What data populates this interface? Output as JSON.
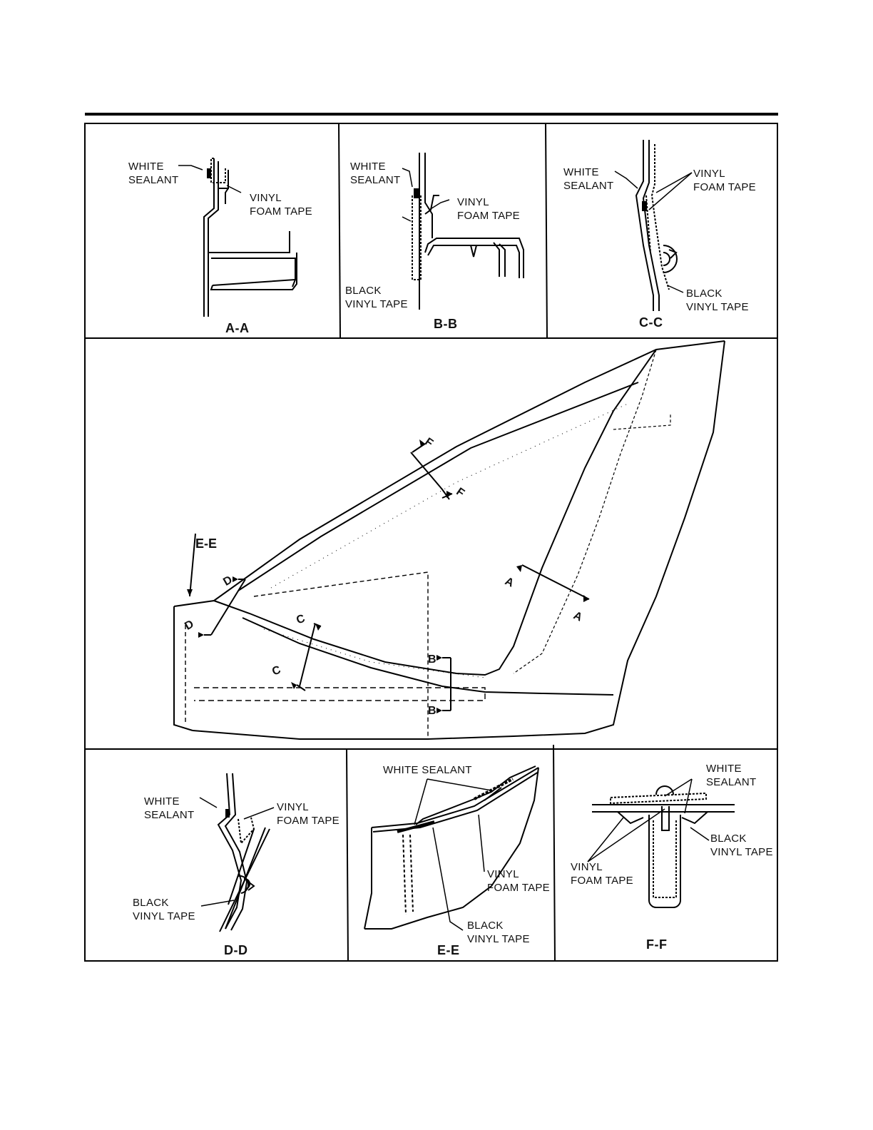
{
  "sections": {
    "aa": {
      "caption": "A-A",
      "labels": {
        "white_sealant": "WHITE\nSEALANT",
        "vinyl_foam_tape": "VINYL\nFOAM TAPE"
      }
    },
    "bb": {
      "caption": "B-B",
      "labels": {
        "white_sealant": "WHITE\nSEALANT",
        "vinyl_foam_tape": "VINYL\nFOAM TAPE",
        "black_vinyl_tape": "BLACK\nVINYL TAPE"
      }
    },
    "cc": {
      "caption": "C-C",
      "labels": {
        "white_sealant": "WHITE\nSEALANT",
        "vinyl_foam_tape": "VINYL\nFOAM TAPE",
        "black_vinyl_tape": "BLACK\nVINYL TAPE"
      }
    },
    "dd": {
      "caption": "D-D",
      "labels": {
        "white_sealant": "WHITE\nSEALANT",
        "vinyl_foam_tape": "VINYL\nFOAM TAPE",
        "black_vinyl_tape": "BLACK\nVINYL TAPE"
      }
    },
    "ee": {
      "caption": "E-E",
      "labels": {
        "white_sealant": "WHITE SEALANT",
        "vinyl_foam_tape": "VINYL\nFOAM TAPE",
        "black_vinyl_tape": "BLACK\nVINYL TAPE"
      }
    },
    "ff": {
      "caption": "F-F",
      "labels": {
        "white_sealant": "WHITE\nSEALANT",
        "black_vinyl_tape": "BLACK\nVINYL TAPE",
        "vinyl_foam_tape": "VINYL\nFOAM TAPE"
      }
    }
  },
  "main": {
    "ee_callout": "E-E",
    "markers": {
      "a": "A",
      "b": "B",
      "c": "C",
      "d": "D",
      "f": "F"
    }
  }
}
